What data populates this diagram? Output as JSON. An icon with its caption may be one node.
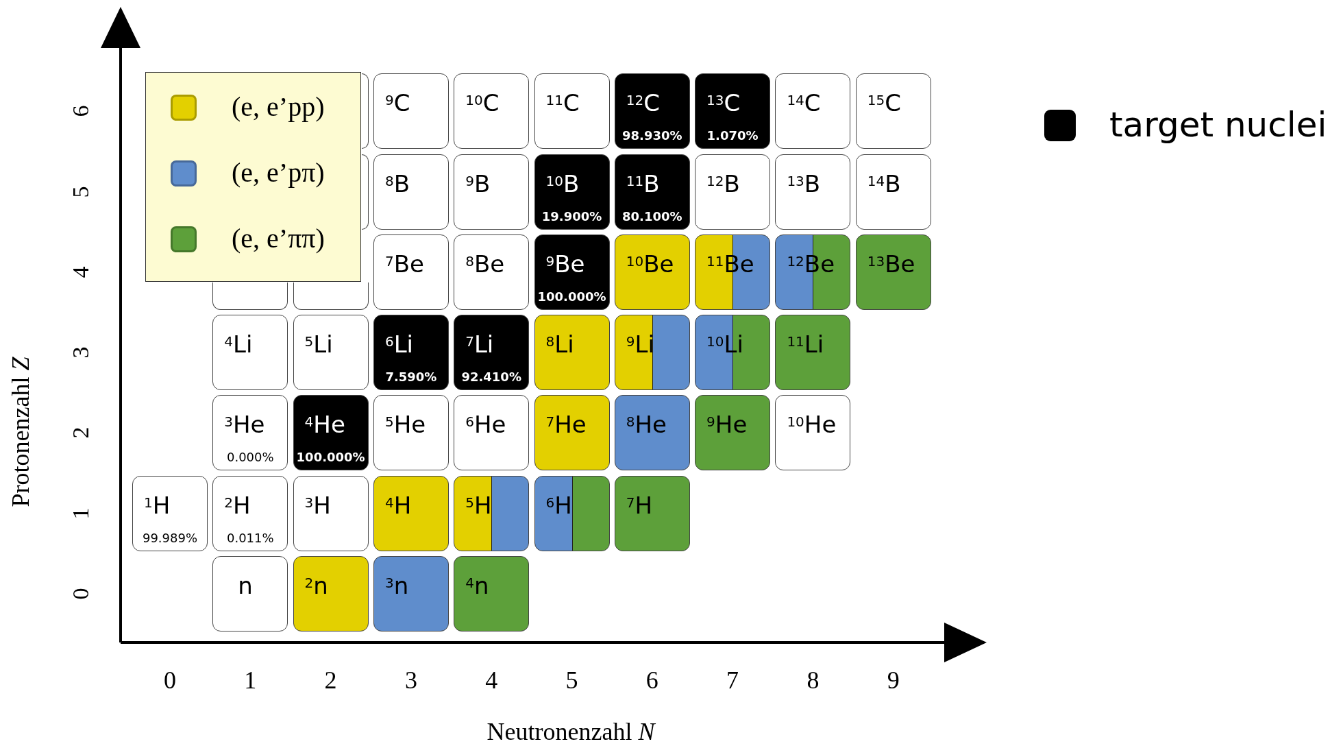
{
  "diagram": {
    "nodes": [
      {
        "text": [],
        "shape": "box"
      },
      {
        "text": [
          "$^{9}$C"
        ]
      },
      {
        "text": [
          "$^{10}$C"
        ]
      },
      {
        "text": [
          "$^{11}$C"
        ]
      },
      {
        "text": [
          "$^{12}$C",
          "98.930%"
        ]
      },
      {
        "text": [
          "$^{13}$C",
          "1.070%"
        ]
      },
      {
        "text": [
          "$^{14}$C"
        ]
      },
      {
        "text": [
          "$^{15}$C"
        ]
      },
      {
        "text": [],
        "shape": "box"
      },
      {
        "text": [
          "$^{8}$B"
        ]
      },
      {
        "text": [
          "$^{9}$B"
        ]
      },
      {
        "text": [
          "$^{10}$B",
          "19.900%"
        ]
      },
      {
        "text": [
          "$^{11}$B",
          "80.100%"
        ]
      },
      {
        "text": [
          "$^{12}$B"
        ]
      },
      {
        "text": [
          "$^{13}$B"
        ]
      },
      {
        "text": [
          "$^{14}$B"
        ]
      },
      {
        "text": [],
        "shape": "box"
      },
      {
        "text": [],
        "shape": "box"
      },
      {
        "text": [
          "$^{7}$Be"
        ]
      },
      {
        "text": [
          "$^{8}$Be"
        ]
      },
      {
        "text": [
          "$^{9}$Be",
          "100.000%"
        ]
      },
      {
        "text": [
          "$^{10}$Be"
        ]
      },
      {
        "text": [
          "$^{11}$Be"
        ]
      },
      {
        "text": [
          "$^{12}$Be"
        ]
      },
      {
        "text": [
          "$^{13}$Be"
        ]
      },
      {
        "text": [
          "$^{4}$Li"
        ]
      },
      {
        "text": [
          "$^{5}$Li"
        ]
      },
      {
        "text": [
          "$^{6}$Li",
          "7.590%"
        ]
      },
      {
        "text": [
          "$^{7}$Li",
          "92.410%"
        ]
      },
      {
        "text": [
          "$^{8}$Li"
        ]
      },
      {
        "text": [
          "$^{9}$Li"
        ]
      },
      {
        "text": [
          "$^{10}$Li"
        ]
      },
      {
        "text": [
          "$^{11}$Li"
        ]
      },
      {
        "text": [
          "$^{3}$He",
          "0.000%"
        ]
      },
      {
        "text": [
          "$^{4}$He",
          "100.000%"
        ]
      },
      {
        "text": [
          "$^{5}$He"
        ]
      },
      {
        "text": [
          "$^{6}$He"
        ]
      },
      {
        "text": [
          "$^{7}$He"
        ]
      },
      {
        "text": [
          "$^{8}$He"
        ]
      },
      {
        "text": [
          "$^{9}$He"
        ]
      },
      {
        "text": [
          "$^{10}$He"
        ]
      },
      {
        "text": [
          "$^{1}$H",
          "99.989%"
        ]
      },
      {
        "text": [
          "$^{2}$H",
          "0.011%"
        ]
      },
      {
        "text": [
          "$^{3}$H"
        ]
      },
      {
        "text": [
          "$^{4}$H"
        ]
      },
      {
        "text": [
          "$^{5}$H"
        ]
      },
      {
        "text": [
          "$^{6}$H"
        ]
      },
      {
        "text": [
          "$^{7}$H"
        ]
      },
      {
        "text": [
          "n"
        ]
      },
      {
        "text": [
          "$^{2}$n"
        ]
      },
      {
        "text": [
          "$^{3}$n"
        ]
      },
      {
        "text": [
          "$^{4}$n"
        ]
      }
    ],
    "edges": [],
    "labels": [
      "6",
      "5",
      "4",
      "3",
      "2",
      "1",
      "0",
      "Protonenzahl *Z*",
      "0",
      "1",
      "2",
      "3",
      "4",
      "5",
      "6",
      "7",
      "8",
      "9",
      "Neutronenzahl *N*"
    ],
    "legend": [
      {
        "text": "(e, e’pp)",
        "color": "#e3d000"
      },
      {
        "text": "(e, e’pπ)",
        "color": "#5f8dcc"
      },
      {
        "text": "(e, e’ππ)",
        "color": "#5da03a"
      },
      {
        "text": "target nuclei",
        "color": "#000000"
      }
    ]
  }
}
